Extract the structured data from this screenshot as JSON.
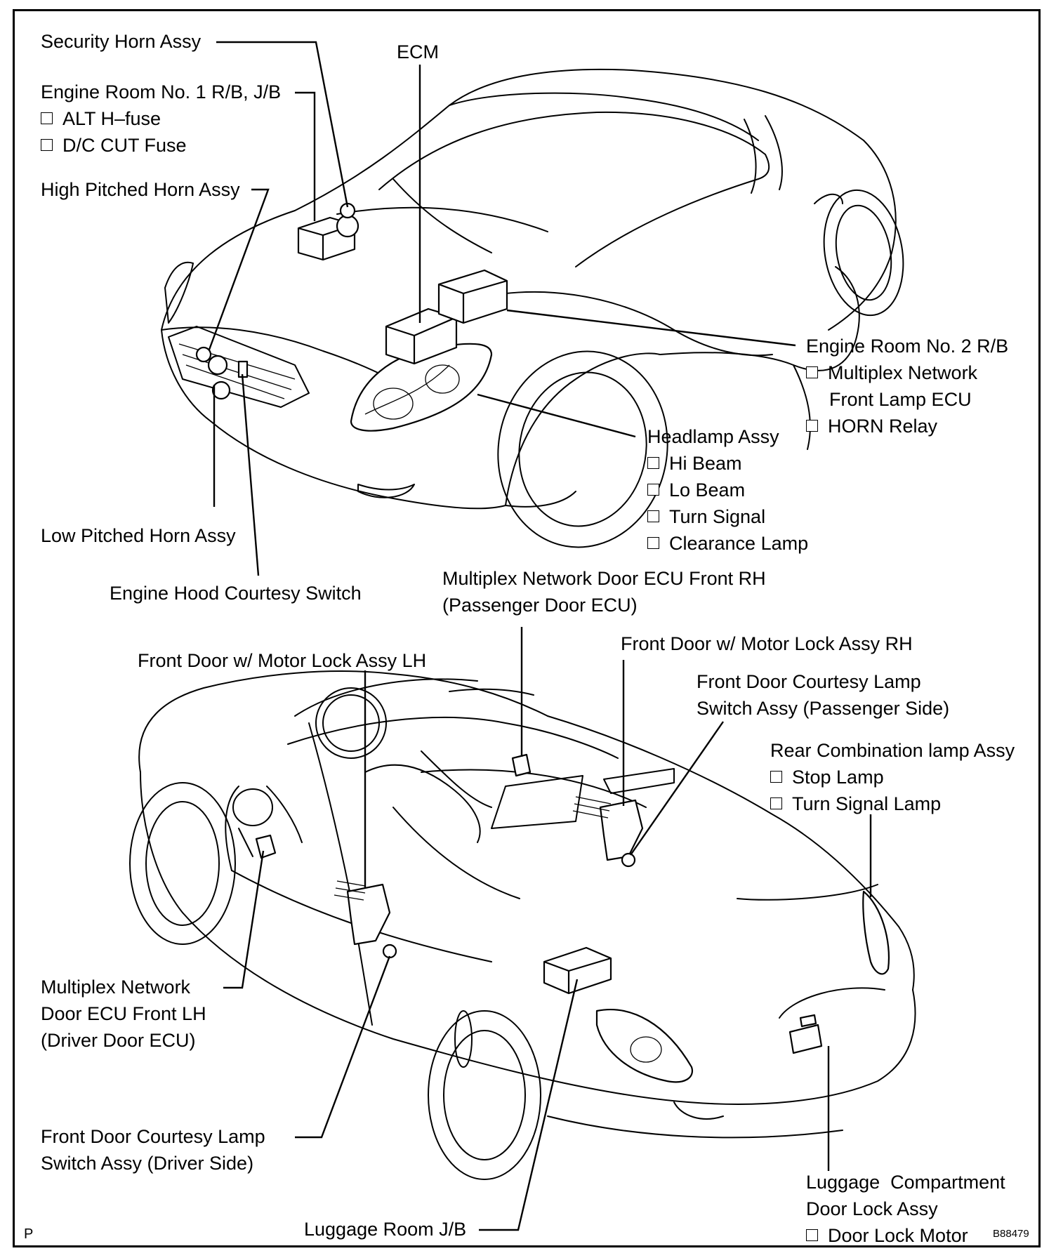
{
  "diagram_code": "B88479",
  "corner_letter": "P",
  "labels": {
    "security_horn": [
      "Security Horn Assy"
    ],
    "engine_room_1": [
      "Engine Room No. 1 R/B, J/B",
      "ALT H–fuse",
      "D/C CUT Fuse"
    ],
    "high_horn": [
      "High Pitched Horn Assy"
    ],
    "ecm": [
      "ECM"
    ],
    "engine_room_2": [
      "Engine Room No. 2 R/B",
      "Multiplex Network",
      "Front Lamp ECU",
      "HORN Relay"
    ],
    "headlamp": [
      "Headlamp Assy",
      "Hi Beam",
      "Lo Beam",
      "Turn Signal",
      "Clearance Lamp"
    ],
    "low_horn": [
      "Low Pitched Horn Assy"
    ],
    "hood_switch": [
      "Engine Hood Courtesy Switch"
    ],
    "door_ecu_rh": [
      "Multiplex Network Door ECU Front RH",
      "(Passenger Door ECU)"
    ],
    "door_lock_lh": [
      "Front Door w/ Motor Lock Assy LH"
    ],
    "door_lock_rh": [
      "Front Door w/ Motor Lock Assy RH"
    ],
    "courtesy_pass": [
      "Front Door Courtesy Lamp",
      "Switch Assy (Passenger Side)"
    ],
    "rear_lamp": [
      "Rear Combination lamp Assy",
      "Stop Lamp",
      "Turn Signal Lamp"
    ],
    "door_ecu_lh": [
      "Multiplex Network",
      "Door ECU Front LH",
      "(Driver Door ECU)"
    ],
    "courtesy_driver": [
      "Front Door Courtesy Lamp",
      "Switch Assy (Driver Side)"
    ],
    "luggage_jb": [
      "Luggage Room J/B"
    ],
    "luggage_lock": [
      "Luggage  Compartment",
      "Door Lock Assy",
      "Door Lock Motor"
    ]
  }
}
